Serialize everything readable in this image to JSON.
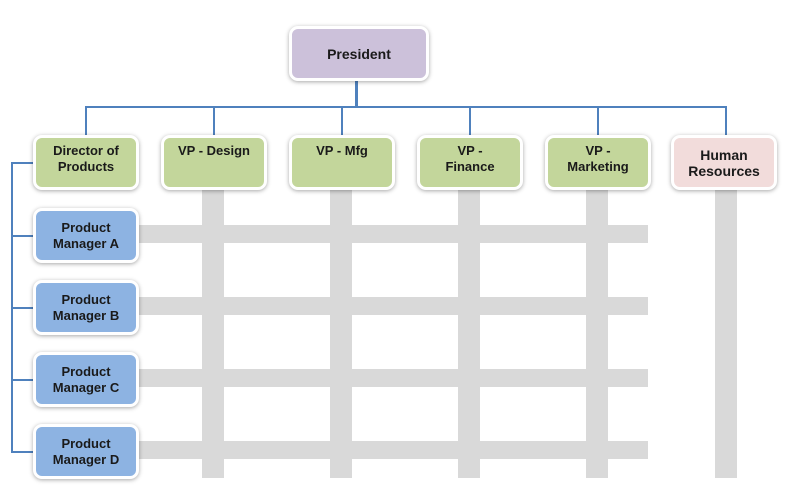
{
  "colors": {
    "role_box": "#c3d69b",
    "president_box": "#ccc1da",
    "manager_box": "#8db3e2",
    "hr_box": "#f2dcdb",
    "connector": "#4f81bd",
    "matrix_bar": "#d9d9d9"
  },
  "president": {
    "label": "President"
  },
  "top_row": [
    {
      "label": "Director of\nProducts"
    },
    {
      "label": "VP - Design"
    },
    {
      "label": "VP - Mfg"
    },
    {
      "label": "VP -\nFinance"
    },
    {
      "label": "VP -\nMarketing"
    },
    {
      "label": "Human\nResources"
    }
  ],
  "product_managers": [
    {
      "label": "Product\nManager A"
    },
    {
      "label": "Product\nManager B"
    },
    {
      "label": "Product\nManager C"
    },
    {
      "label": "Product\nManager D"
    }
  ]
}
